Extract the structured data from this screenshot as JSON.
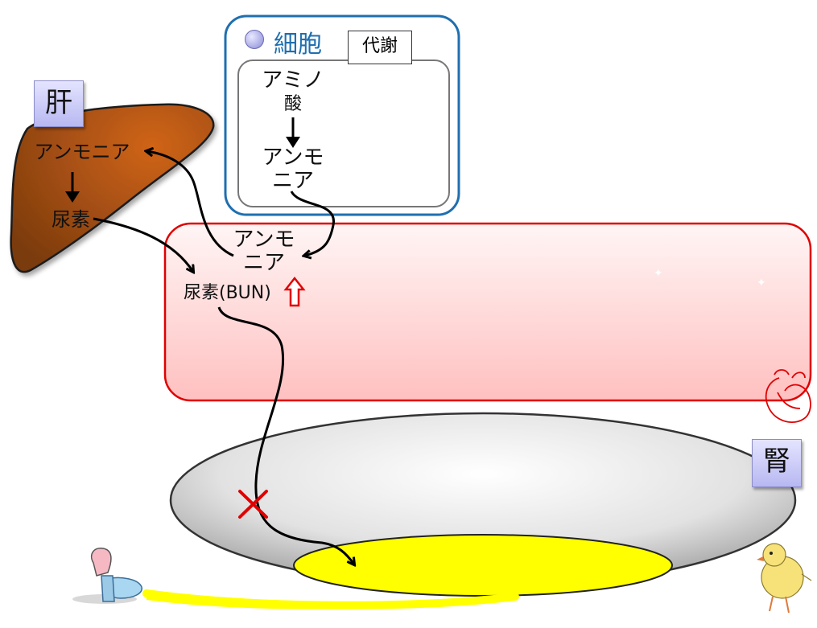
{
  "liver": {
    "tag": "肝",
    "ammonia": "アンモニア",
    "urea": "尿素"
  },
  "cell": {
    "title": "細胞",
    "metabolism": "代謝",
    "amino_line1": "アミノ",
    "amino_line2": "酸",
    "ammonia_line1": "アンモ",
    "ammonia_line2": "ニア"
  },
  "blood": {
    "ammonia_line1": "アンモ",
    "ammonia_line2": "ニア",
    "bun": "尿素(BUN)"
  },
  "kidney": {
    "tag": "腎"
  },
  "colors": {
    "liver": "#a9501a",
    "blood_border": "#e00000",
    "cell_border": "#1f6fb0",
    "urine": "#ffff00",
    "block_x": "#e00000"
  }
}
